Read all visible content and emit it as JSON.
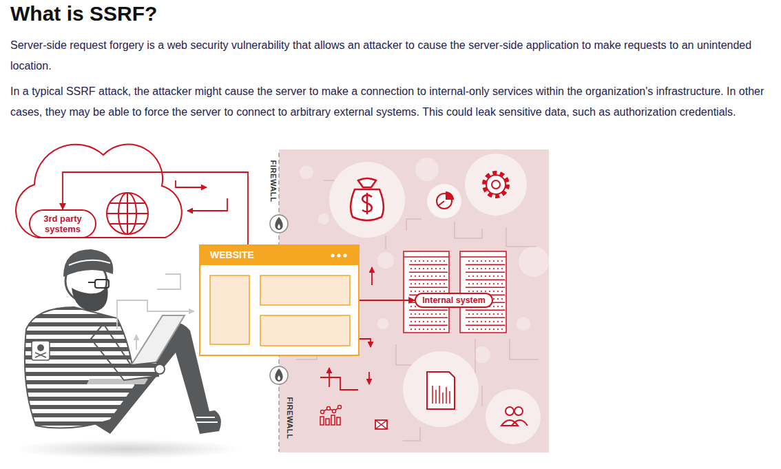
{
  "diagram": {
    "title": "What is SSRF?",
    "nodes": [
      {
        "text": [
          "3rd party systems"
        ]
      },
      {
        "text": [
          "WEBSITE"
        ]
      },
      {
        "text": [
          "Internal system"
        ]
      }
    ],
    "edges": [
      {
        "from": 1,
        "to": 0,
        "arrow": "to"
      },
      {
        "from": 1,
        "to": 2,
        "arrow": "to"
      }
    ],
    "labels": [
      "Server-side request forgery is a web security vulnerability that allows an attacker to cause the server-side application to make requests to an unintended location.",
      "In a typical SSRF attack, the attacker might cause the server to make a connection to internal-only services within the organization's infrastructure. In other cases, they may be able to force the server to connect to arbitrary external systems. This could leak sensitive data, such as authorization credentials.",
      "FIREWALL",
      "FIREWALL"
    ]
  }
}
